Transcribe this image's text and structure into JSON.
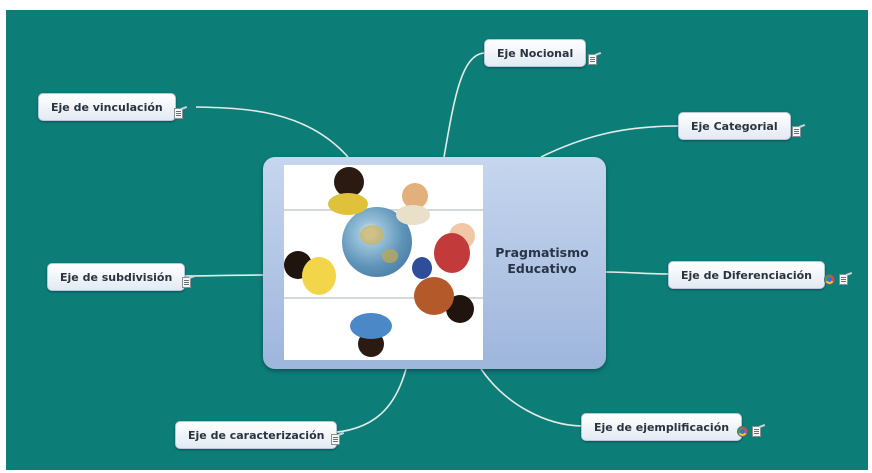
{
  "central_topic": {
    "label": "Pragmatismo\nEducativo"
  },
  "topics": {
    "nocional": {
      "label": "Eje Nocional",
      "icons": [
        "note-icon"
      ]
    },
    "vinculacion": {
      "label": "Eje de vinculación",
      "icons": [
        "note-icon"
      ]
    },
    "categorial": {
      "label": "Eje Categorial",
      "icons": [
        "note-icon"
      ]
    },
    "subdivision": {
      "label": "Eje de subdivisión",
      "icons": [
        "note-icon"
      ]
    },
    "diferenciacion": {
      "label": "Eje de Diferenciación",
      "icons": [
        "link-icon",
        "note-icon"
      ]
    },
    "caracterizacion": {
      "label": "Eje de caracterización",
      "icons": [
        "note-icon"
      ]
    },
    "ejemplificacion": {
      "label": "Eje de ejemplificación",
      "icons": [
        "link-icon",
        "note-icon"
      ]
    }
  },
  "colors": {
    "background": "#0d7d78",
    "connector": "#e2ece8",
    "central_fill": "#b4c8e6",
    "node_fill": "#f4f7fb"
  }
}
